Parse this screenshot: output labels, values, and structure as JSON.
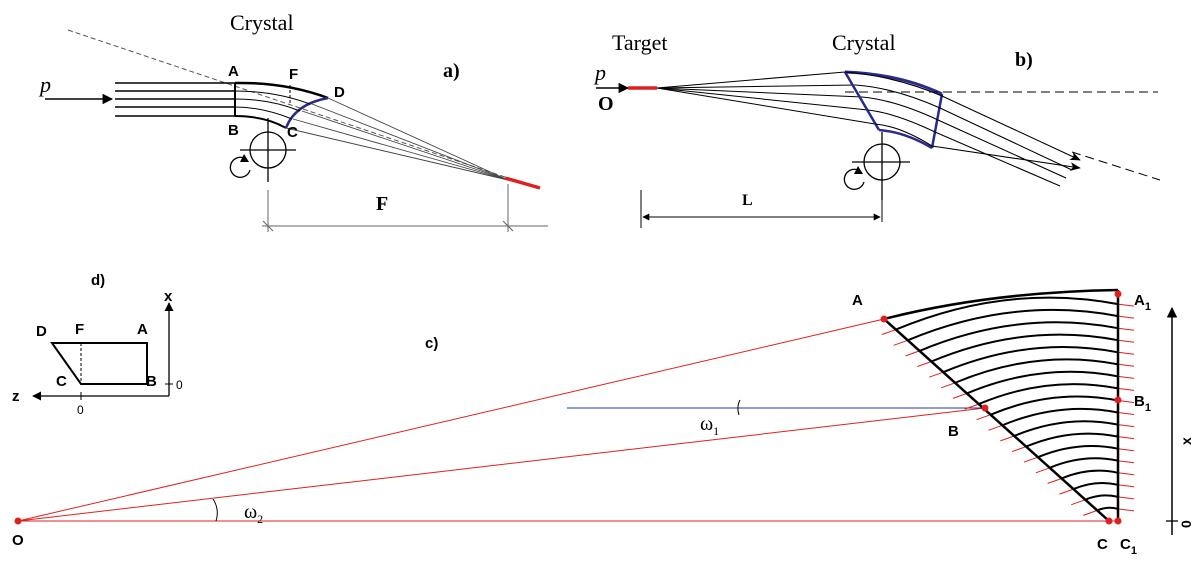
{
  "panel_a": {
    "tag": "a)",
    "title": "Crystal",
    "beam": "p",
    "point_a": "A",
    "point_b": "B",
    "point_c": "C",
    "point_d": "D",
    "point_f": "F",
    "dim_f": "F"
  },
  "panel_b": {
    "tag": "b)",
    "target": "Target",
    "crystal": "Crystal",
    "beam": "p",
    "origin": "O",
    "dim_l": "L"
  },
  "panel_c": {
    "tag": "c)",
    "origin": "O",
    "point_a": "A",
    "point_b": "B",
    "point_c": "C",
    "point_a1": "A",
    "point_b1": "B",
    "point_c1": "C",
    "sub1": "1",
    "omega": "ω",
    "omega1_sub": "1",
    "omega2_sub": "2",
    "axis_x": "x",
    "axis_zero": "0"
  },
  "panel_d": {
    "tag": "d)",
    "point_d": "D",
    "point_f": "F",
    "point_a": "A",
    "point_c": "C",
    "point_b": "B",
    "axis_x": "x",
    "axis_z": "z",
    "zero_x": "0",
    "zero_z": "0"
  },
  "colors": {
    "ink": "#000000",
    "red": "#e02020",
    "blue_crystal": "#2a2a8c",
    "blue_line": "#1f3a9c",
    "dash": "#555555"
  }
}
